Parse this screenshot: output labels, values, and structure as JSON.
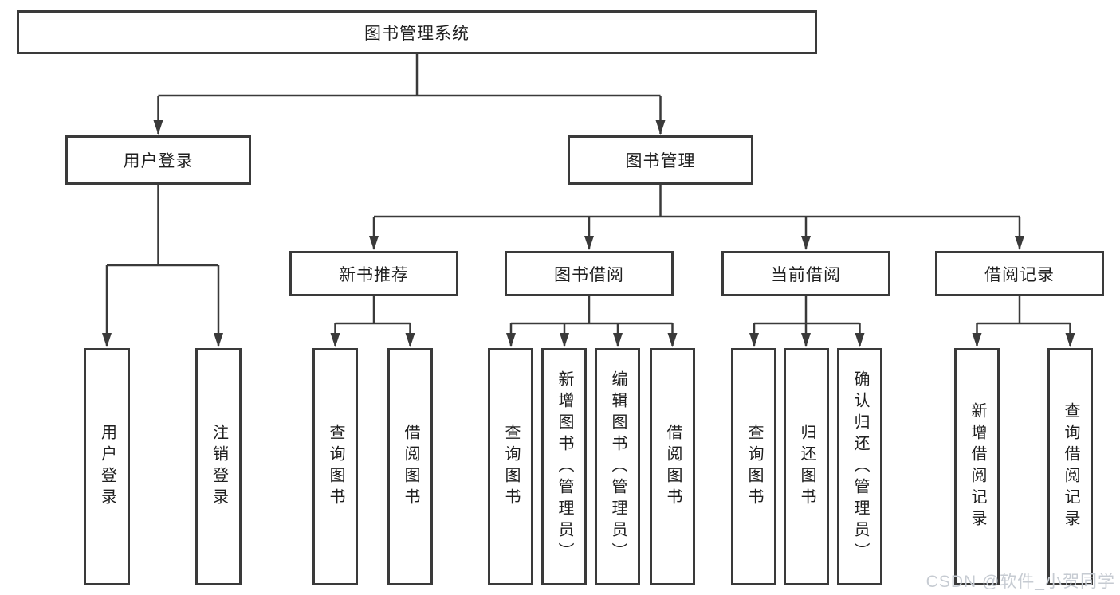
{
  "watermark": "CSDN @软件_小贺同学",
  "colors": {
    "line": "#3a3a3a",
    "box_border": "#3a3a3a",
    "text": "#1f1f1f",
    "watermark": "#c6cbd2",
    "background": "#ffffff"
  },
  "tree": {
    "label": "图书管理系统",
    "children": [
      {
        "label": "用户登录",
        "children": [
          {
            "label": "用户登录"
          },
          {
            "label": "注销登录"
          }
        ]
      },
      {
        "label": "图书管理",
        "children": [
          {
            "label": "新书推荐",
            "children": [
              {
                "label": "查询图书"
              },
              {
                "label": "借阅图书"
              }
            ]
          },
          {
            "label": "图书借阅",
            "children": [
              {
                "label": "查询图书"
              },
              {
                "label": "新增图书（管理员）"
              },
              {
                "label": "编辑图书（管理员）"
              },
              {
                "label": "借阅图书"
              }
            ]
          },
          {
            "label": "当前借阅",
            "children": [
              {
                "label": "查询图书"
              },
              {
                "label": "归还图书"
              },
              {
                "label": "确认归还（管理员）"
              }
            ]
          },
          {
            "label": "借阅记录",
            "children": [
              {
                "label": "新增借阅记录"
              },
              {
                "label": "查询借阅记录"
              }
            ]
          }
        ]
      }
    ]
  }
}
